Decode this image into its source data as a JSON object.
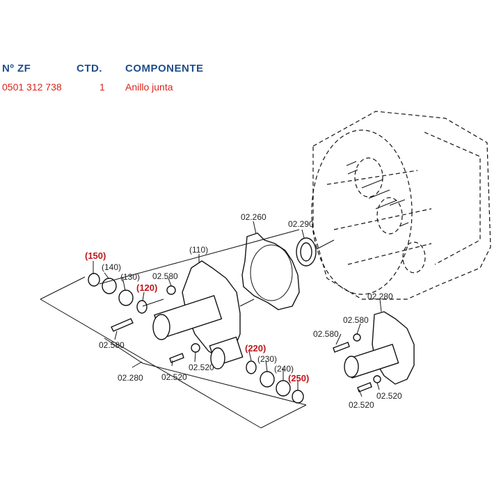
{
  "header": {
    "col_part_no": "Nº ZF",
    "col_qty": "CTD.",
    "col_component": "COMPONENTE"
  },
  "row": {
    "part_no": "0501 312 738",
    "qty": "1",
    "component": "Anillo junta"
  },
  "colors": {
    "header": "#1f4e8c",
    "row": "#d9241b",
    "callout_highlight": "#c0151b"
  },
  "callouts": {
    "c150": "(150)",
    "c140": "(140)",
    "c130": "(130)",
    "c120": "(120)",
    "c110": "(110)",
    "c2580a": "02.580",
    "c2580b": "02.580",
    "c2580c": "02.580",
    "c2580d": "02.580",
    "c2260": "02.260",
    "c2290": "02.290",
    "c2280a": "02.280",
    "c2280b": "02.280",
    "c2520a": "02.520",
    "c2520b": "02.520",
    "c2520c": "02.520",
    "c2520d": "02.520",
    "c220": "(220)",
    "c230": "(230)",
    "c240": "(240)",
    "c250": "(250)"
  }
}
